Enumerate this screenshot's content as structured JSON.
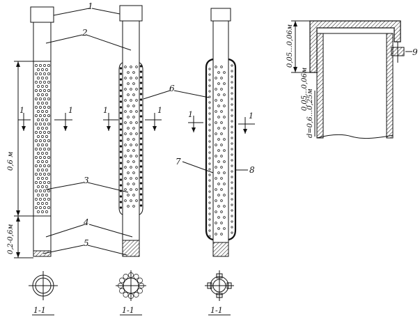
{
  "callouts": {
    "c1": "1",
    "c2": "2",
    "c3": "3",
    "c4": "4",
    "c5": "5",
    "c6": "6",
    "c7": "7",
    "c8": "8",
    "c9": "9"
  },
  "section_marks": {
    "cut_label": "1",
    "section_title": "1-1"
  },
  "dimensions": {
    "perforated_length": "0,6 м",
    "lower_length": "0,2-0,6м",
    "joint_height": "0,05...0,06м",
    "diameter": "d=0,6...0,25м"
  }
}
